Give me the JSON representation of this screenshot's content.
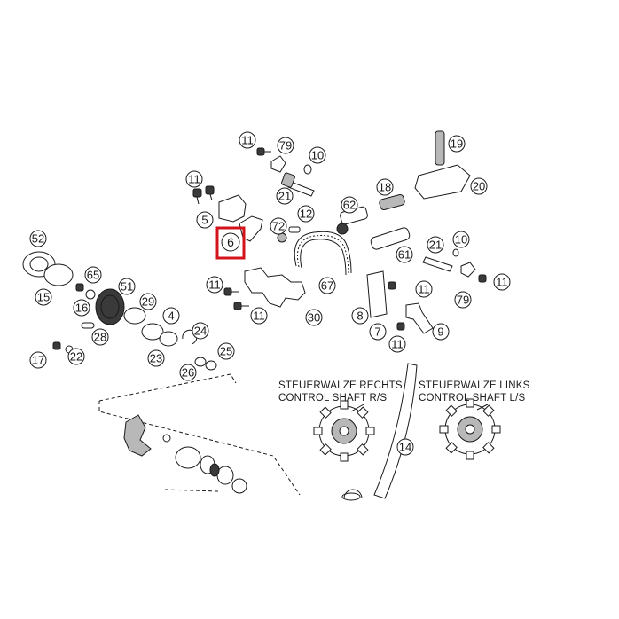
{
  "diagram": {
    "highlighted_part": "6",
    "highlight_color": "#d4141c",
    "line_color": "#1a1a1a",
    "callouts": [
      {
        "id": "c11a",
        "label": "11"
      },
      {
        "id": "c79a",
        "label": "79"
      },
      {
        "id": "c10a",
        "label": "10"
      },
      {
        "id": "c19",
        "label": "19"
      },
      {
        "id": "c11b",
        "label": "11"
      },
      {
        "id": "c21a",
        "label": "21"
      },
      {
        "id": "c18",
        "label": "18"
      },
      {
        "id": "c20",
        "label": "20"
      },
      {
        "id": "c62",
        "label": "62"
      },
      {
        "id": "c5",
        "label": "5"
      },
      {
        "id": "c72",
        "label": "72"
      },
      {
        "id": "c12",
        "label": "12"
      },
      {
        "id": "c6",
        "label": "6"
      },
      {
        "id": "c52",
        "label": "52"
      },
      {
        "id": "c21b",
        "label": "21"
      },
      {
        "id": "c10b",
        "label": "10"
      },
      {
        "id": "c61",
        "label": "61"
      },
      {
        "id": "c65",
        "label": "65"
      },
      {
        "id": "c51",
        "label": "51"
      },
      {
        "id": "c15",
        "label": "15"
      },
      {
        "id": "c11c",
        "label": "11"
      },
      {
        "id": "c67",
        "label": "67"
      },
      {
        "id": "c11d",
        "label": "11"
      },
      {
        "id": "c11e",
        "label": "11"
      },
      {
        "id": "c16",
        "label": "16"
      },
      {
        "id": "c29",
        "label": "29"
      },
      {
        "id": "c79b",
        "label": "79"
      },
      {
        "id": "c4",
        "label": "4"
      },
      {
        "id": "c11f",
        "label": "11"
      },
      {
        "id": "c30",
        "label": "30"
      },
      {
        "id": "c8",
        "label": "8"
      },
      {
        "id": "c28",
        "label": "28"
      },
      {
        "id": "c24",
        "label": "24"
      },
      {
        "id": "c7",
        "label": "7"
      },
      {
        "id": "c9",
        "label": "9"
      },
      {
        "id": "c11g",
        "label": "11"
      },
      {
        "id": "c25",
        "label": "25"
      },
      {
        "id": "c17",
        "label": "17"
      },
      {
        "id": "c22",
        "label": "22"
      },
      {
        "id": "c23",
        "label": "23"
      },
      {
        "id": "c26",
        "label": "26"
      },
      {
        "id": "c14",
        "label": "14"
      }
    ],
    "captions": {
      "right_de": "STEUERWALZE RECHTS",
      "right_en": "CONTROL SHAFT R/S",
      "left_de": "STEUERWALZE LINKS",
      "left_en": "CONTROL SHAFT L/S"
    }
  }
}
